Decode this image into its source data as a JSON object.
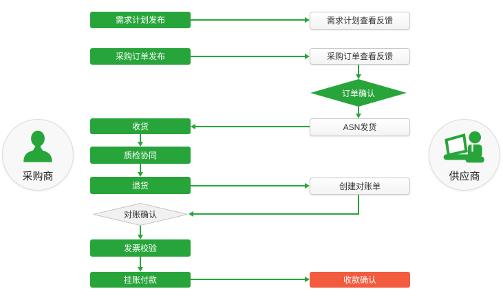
{
  "palette": {
    "green": "#28a53a",
    "red": "#f25b3e",
    "box-border": "#c9c9c9",
    "ink": "#333333"
  },
  "actors": {
    "buyer": {
      "label": "采购商"
    },
    "supplier": {
      "label": "供应商"
    }
  },
  "nodes": {
    "demand_publish": {
      "label": "需求计划发布"
    },
    "demand_feedback": {
      "label": "需求计划查看反馈"
    },
    "po_publish": {
      "label": "采购订单发布"
    },
    "po_feedback": {
      "label": "采购订单查看反馈"
    },
    "order_confirm": {
      "label": "订单确认"
    },
    "asn_ship": {
      "label": "ASN发货"
    },
    "receive": {
      "label": "收货"
    },
    "quality": {
      "label": "质检协同"
    },
    "return_goods": {
      "label": "退货"
    },
    "create_statement": {
      "label": "创建对账单"
    },
    "statement_confirm": {
      "label": "对账确认"
    },
    "invoice_check": {
      "label": "发票校验"
    },
    "payment": {
      "label": "挂账付款"
    },
    "receipt_confirm": {
      "label": "收款确认"
    }
  }
}
